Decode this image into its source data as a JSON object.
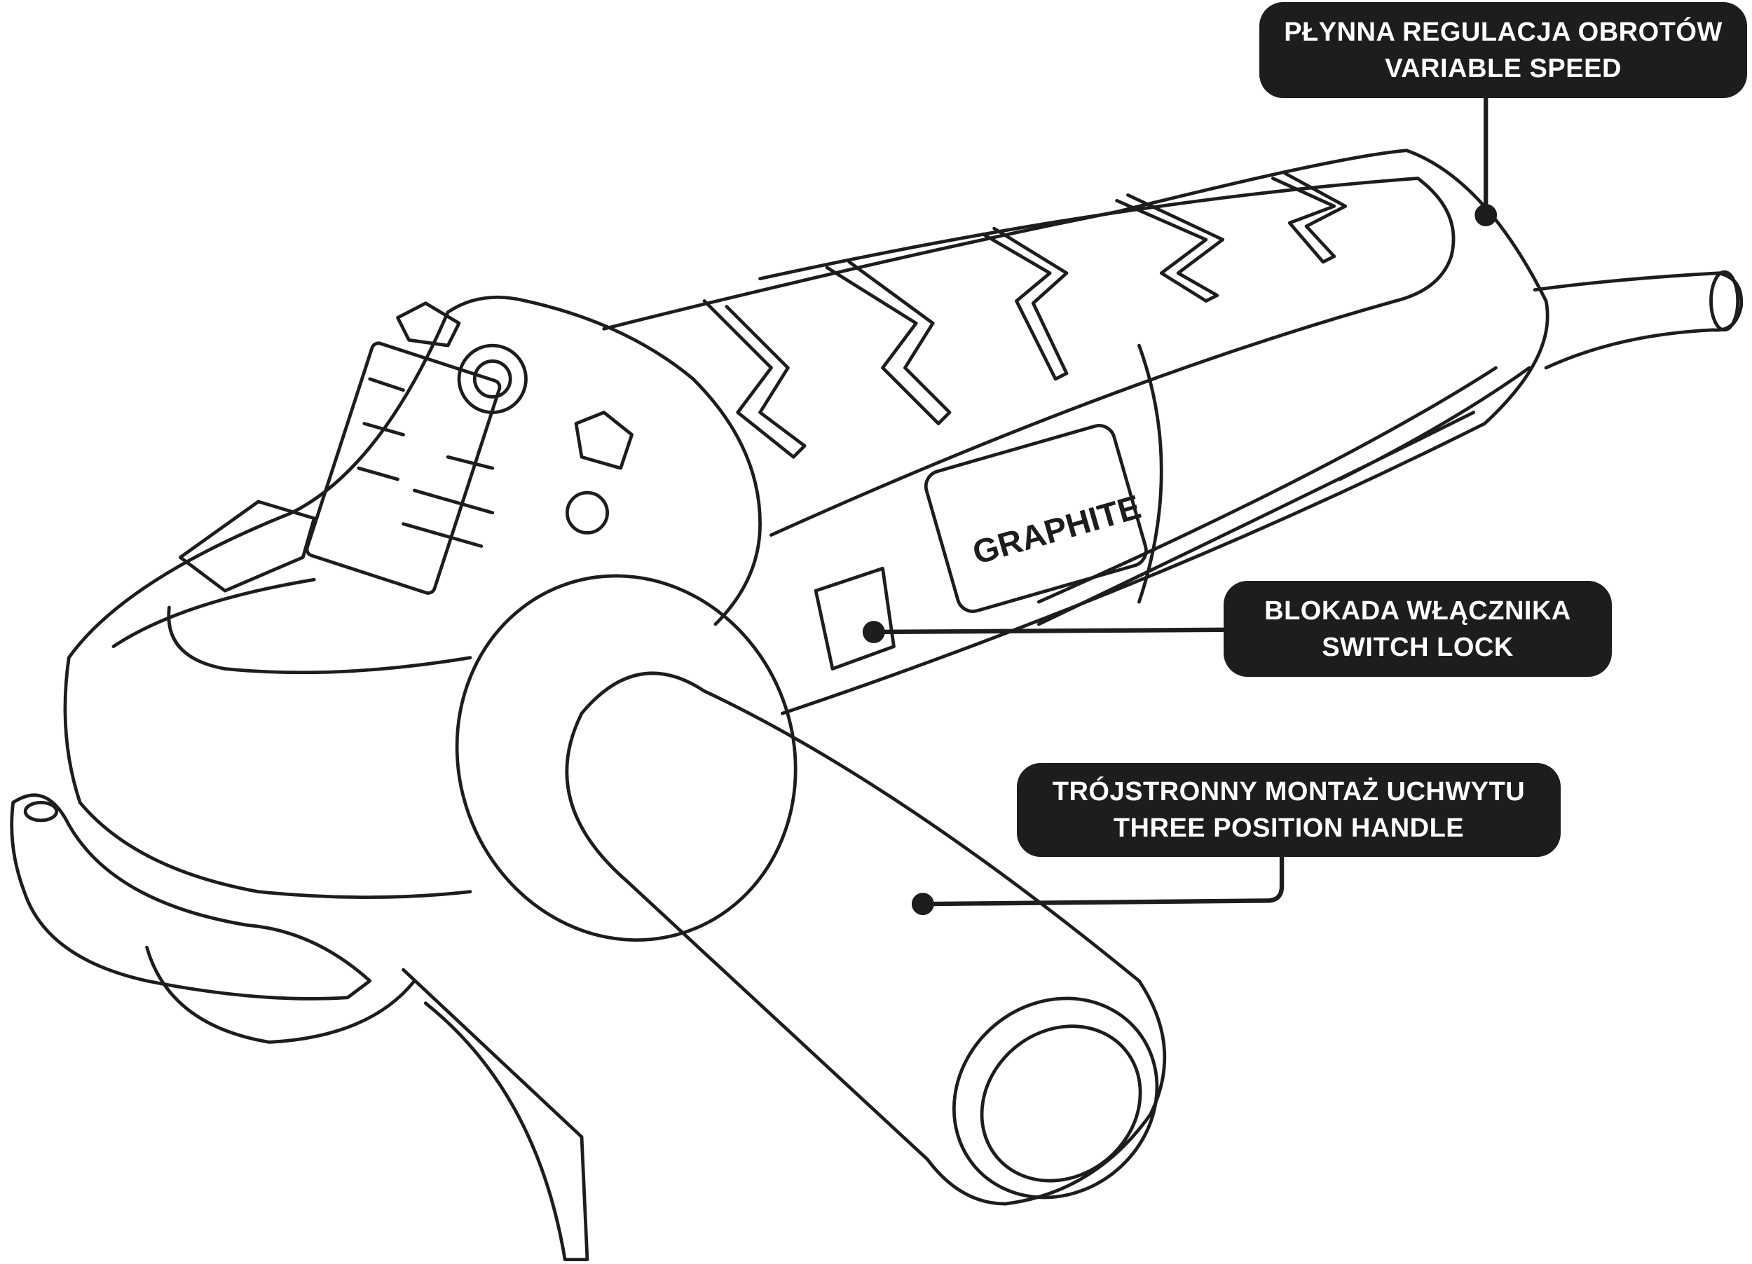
{
  "brand_logo": "GRAPHITE",
  "colors": {
    "callout_bg": "#1d1d1b",
    "callout_text": "#ffffff",
    "line": "#1d1d1b"
  },
  "callouts": [
    {
      "line_pl": "PŁYNNA REGULACJA OBROTÓW",
      "line_en": "VARIABLE SPEED"
    },
    {
      "line_pl": "BLOKADA WŁĄCZNIKA",
      "line_en": "SWITCH LOCK"
    },
    {
      "line_pl": "TRÓJSTRONNY MONTAŻ UCHWYTU",
      "line_en": "THREE POSITION HANDLE"
    }
  ]
}
